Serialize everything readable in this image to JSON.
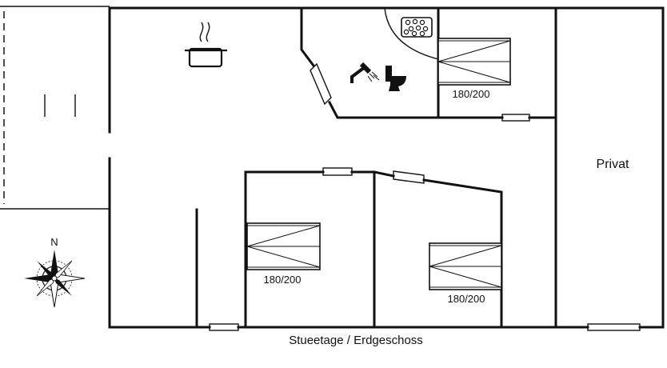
{
  "rooms": {
    "private_label": "Privat"
  },
  "beds": [
    {
      "size": "180/200"
    },
    {
      "size": "180/200"
    },
    {
      "size": "180/200"
    }
  ],
  "floor_caption": "Stueetage / Erdgeschoss",
  "compass": {
    "north_label": "N"
  },
  "icons": [
    "kitchen-pot-icon",
    "shower-icon",
    "toilet-icon",
    "whirlpool-icon",
    "compass-rose-icon"
  ],
  "colors": {
    "line": "#111111",
    "background": "#ffffff"
  }
}
